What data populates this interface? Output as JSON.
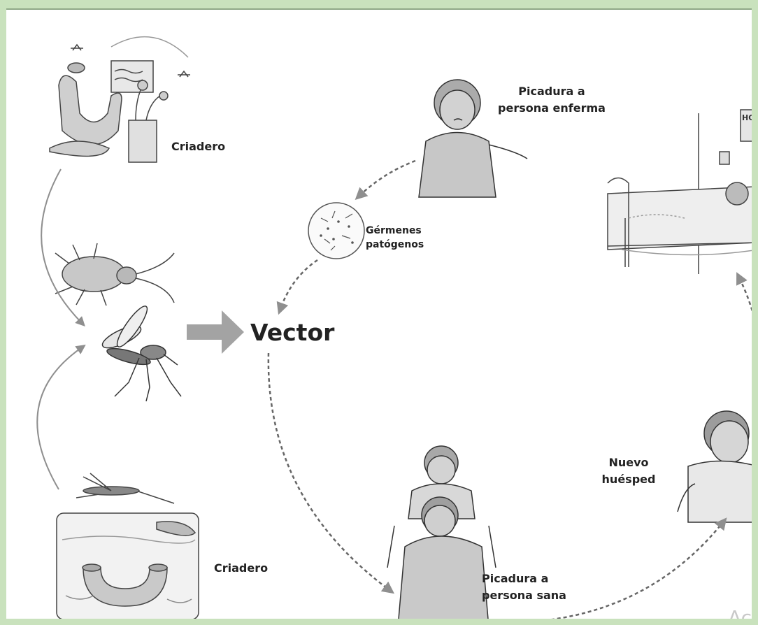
{
  "labels": {
    "vector": "Vector",
    "criadero_top": "Criadero",
    "criadero_bottom": "Criadero",
    "germenes": [
      "Gérmenes",
      "patógenos"
    ],
    "picadura_enferma": [
      "Picadura a",
      "persona enferma"
    ],
    "picadura_sana": [
      "Picadura a",
      "persona sana"
    ],
    "nuevo_huesped": [
      "Nuevo",
      "huésped"
    ],
    "hospital_sign": "HOS"
  },
  "watermark": "Act",
  "colors": {
    "border": "#c9e2bd",
    "arrow": "#8f8f8f",
    "line": "#555555"
  }
}
